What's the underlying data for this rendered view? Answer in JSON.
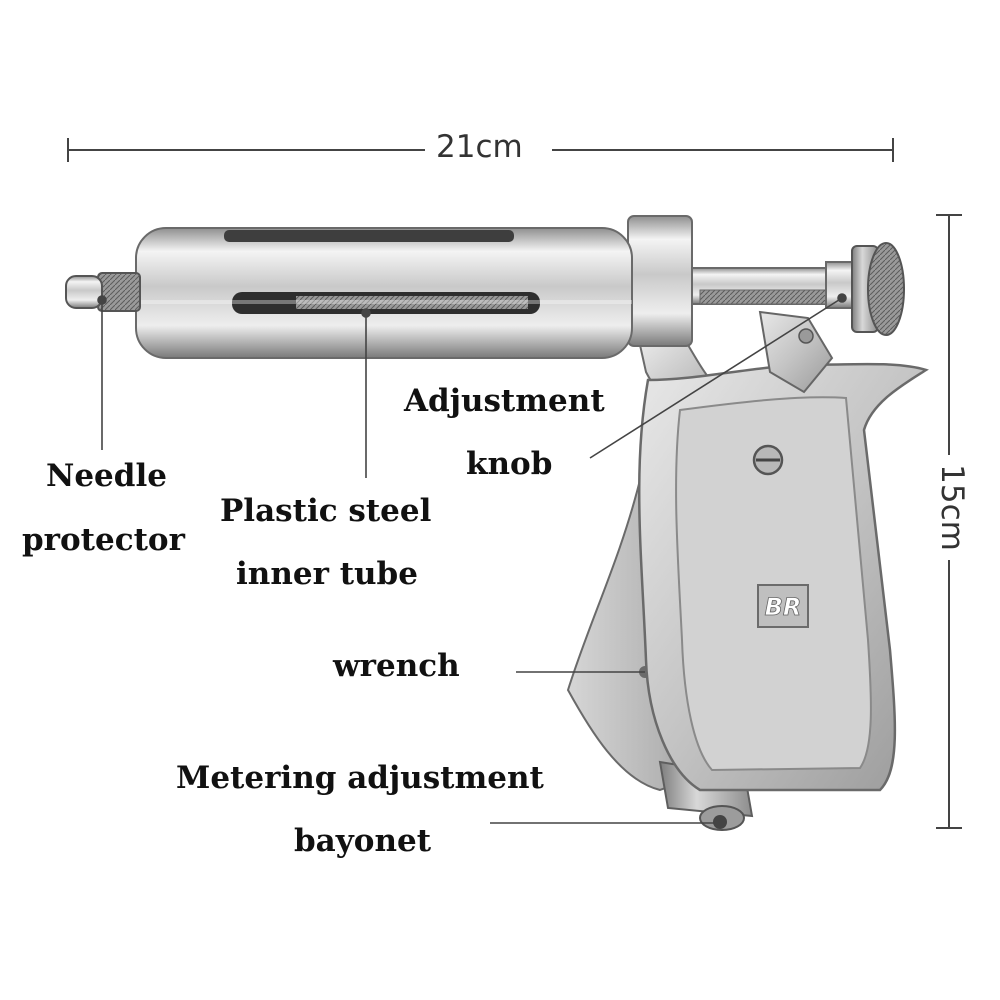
{
  "dimensions": {
    "width_label": "21cm",
    "height_label": "15cm"
  },
  "callouts": {
    "needle_protector": [
      "Needle",
      "protector"
    ],
    "inner_tube": [
      "Plastic steel",
      "inner tube"
    ],
    "adjustment_knob": [
      "Adjustment",
      "knob"
    ],
    "wrench": [
      "wrench"
    ],
    "bayonet": [
      "Metering adjustment",
      "bayonet"
    ]
  },
  "logo": {
    "text": "BR"
  },
  "colors": {
    "metal_light": "#e4e4e4",
    "metal_mid": "#b9b9b9",
    "metal_dark": "#6e6e6e",
    "line": "#444444"
  }
}
